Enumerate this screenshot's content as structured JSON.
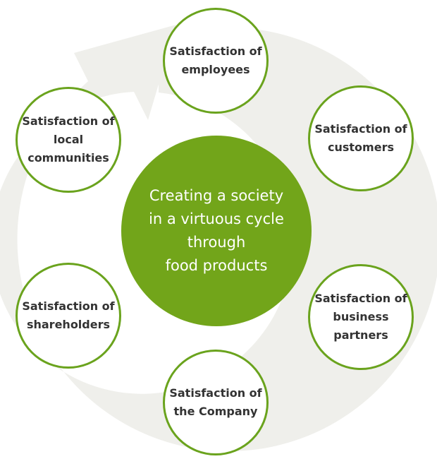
{
  "center": {
    "label": "Creating a society\nin a virtuous cycle\nthrough\nfood products"
  },
  "nodes": [
    {
      "id": "employees",
      "label": "Satisfaction of\nemployees"
    },
    {
      "id": "customers",
      "label": "Satisfaction of\ncustomers"
    },
    {
      "id": "partners",
      "label": "Satisfaction of\nbusiness\npartners"
    },
    {
      "id": "company",
      "label": "Satisfaction of\nthe Company"
    },
    {
      "id": "shareholders",
      "label": "Satisfaction of\nshareholders"
    },
    {
      "id": "communities",
      "label": "Satisfaction of\nlocal\ncommunities"
    }
  ],
  "colors": {
    "ring": "#efefeb",
    "accent": "#6aa31d",
    "center_fill": "#72a51a",
    "node_text": "#333333"
  }
}
